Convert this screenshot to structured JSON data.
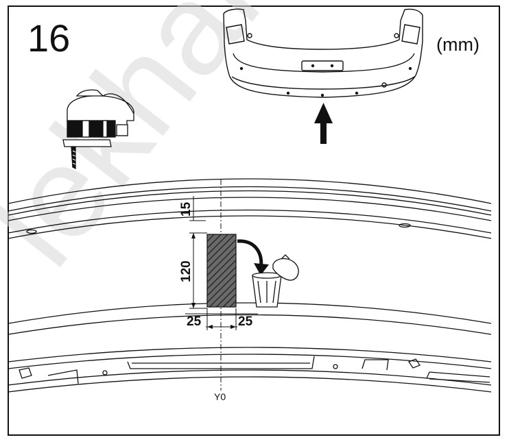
{
  "step_number": "16",
  "unit_label": "(mm)",
  "dimensions": {
    "top_offset": "15",
    "cut_height": "120",
    "left_half_width": "25",
    "right_half_width": "25"
  },
  "centerline_label": "Y0",
  "icons": {
    "tool": "jigsaw-icon",
    "discard": "trash-bin-icon",
    "direction": "up-arrow-icon"
  },
  "watermark": "lekhar",
  "colors": {
    "line": "#111111",
    "cut_fill": "#5a5a5a",
    "watermark": "#dcdcdc"
  }
}
